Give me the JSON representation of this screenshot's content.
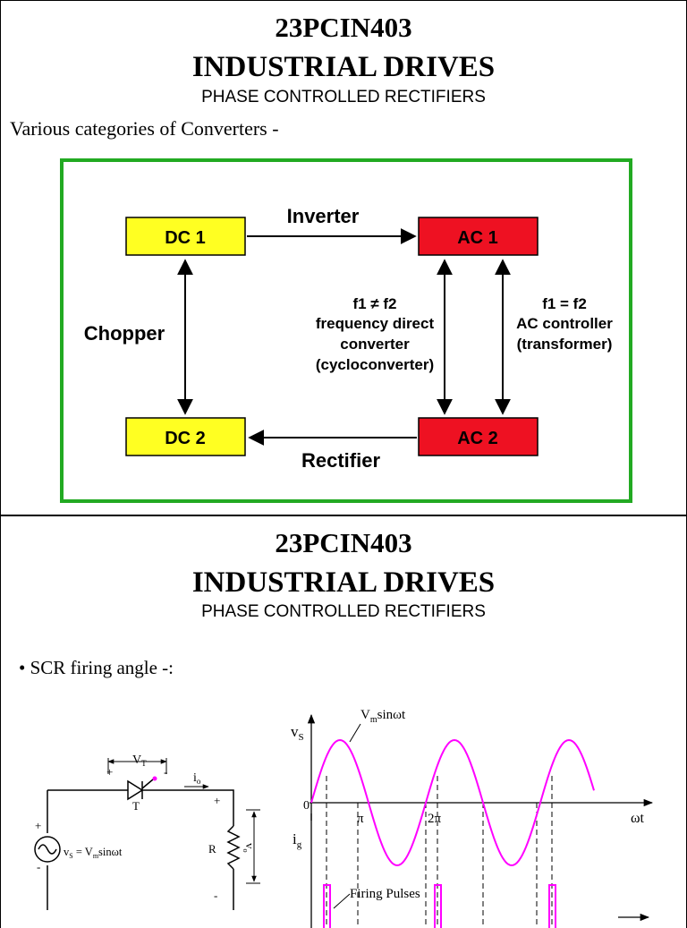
{
  "slide1": {
    "course_code": "23PCIN403",
    "subject": "INDUSTRIAL DRIVES",
    "topic": "PHASE CONTROLLED RECTIFIERS",
    "intro": "Various categories of Converters -",
    "diagram": {
      "boxes": {
        "dc1": "DC 1",
        "ac1": "AC 1",
        "dc2": "DC 2",
        "ac2": "AC 2"
      },
      "labels": {
        "inverter": "Inverter",
        "rectifier": "Rectifier",
        "chopper": "Chopper",
        "cyclo_line1": "f1 ≠ f2",
        "cyclo_line2": "frequency direct",
        "cyclo_line3": "converter",
        "cyclo_line4": "(cycloconverter)",
        "acc_line1": "f1 = f2",
        "acc_line2": "AC controller",
        "acc_line3": "(transformer)"
      },
      "colors": {
        "frame": "#22aa22",
        "dc_fill": "#ffff22",
        "ac_fill": "#ee1122"
      }
    }
  },
  "slide2": {
    "course_code": "23PCIN403",
    "subject": "INDUSTRIAL DRIVES",
    "topic": "PHASE CONTROLLED RECTIFIERS",
    "bullet": "• SCR firing angle  -:",
    "circuit": {
      "vt": "V",
      "vt_sub": "T",
      "io": "i",
      "io_sub": "o",
      "thyristor": "T",
      "source_v": "v",
      "source_v_sub": "S",
      "source_eq": " = V",
      "source_eq_sub": "m",
      "source_eq_end": "sinωt",
      "resistor": "R",
      "vo": "v",
      "vo_sub": "o",
      "plus": "+",
      "minus": "-"
    },
    "waveform": {
      "vs": "v",
      "vs_sub": "S",
      "vm": "V",
      "vm_sub": "m",
      "vm_end": "sinωt",
      "zero": "0",
      "pi": "π",
      "two_pi": "2π",
      "wt": "ωt",
      "ig": "i",
      "ig_sub": "g",
      "pulses": "Firing Pulses",
      "color": "#ff00ff"
    }
  }
}
